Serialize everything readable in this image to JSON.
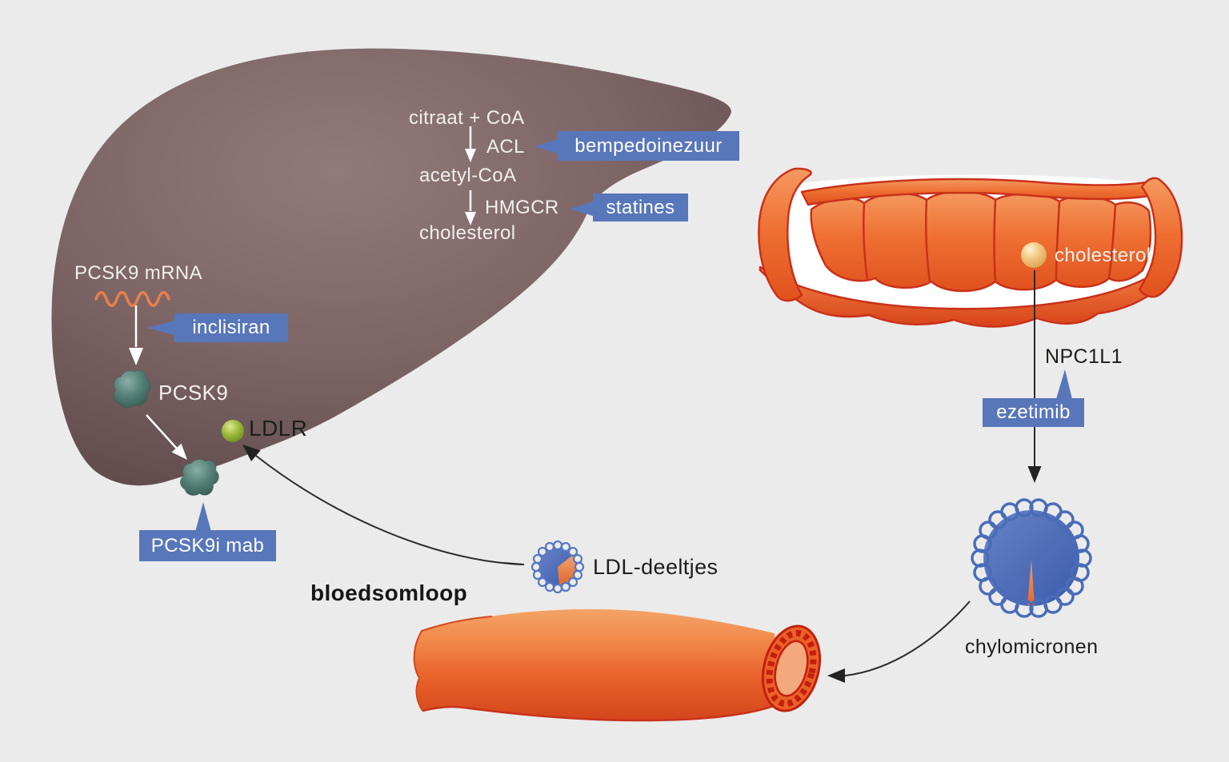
{
  "colors": {
    "background": "#ebebeb",
    "liver_brown": "#7b6465",
    "label_blue": "#5876ba",
    "intestine_orange": "#ed6030",
    "outline_red": "#c9311a",
    "particle_blue": "#4a69b5",
    "pcsk9_teal": "#4c7a71",
    "ldlr_green": "#96b335",
    "cholesterol_yellow": "#f0c477",
    "mrna_orange": "#e97f4a"
  },
  "liver": {
    "pathway": {
      "substrate1": "citraat + CoA",
      "enzyme1": "ACL",
      "intermediate": "acetyl-CoA",
      "enzyme2": "HMGCR",
      "product": "cholesterol"
    },
    "mrna_label": "PCSK9 mRNA",
    "protein_label": "PCSK9",
    "receptor_label": "LDLR"
  },
  "drug_labels": {
    "acl_inhibitor": "bempedoinezuur",
    "hmgcr_inhibitor": "statines",
    "sirna": "inclisiran",
    "antibody": "PCSK9i mab",
    "npc1l1_inhibitor": "ezetimib"
  },
  "intestine": {
    "cholesterol_label": "cholesterol",
    "transporter_label": "NPC1L1"
  },
  "circulation": {
    "bloodstream_label": "bloedsomloop",
    "ldl_label": "LDL-deeltjes",
    "chylomicron_label": "chylomicronen"
  }
}
